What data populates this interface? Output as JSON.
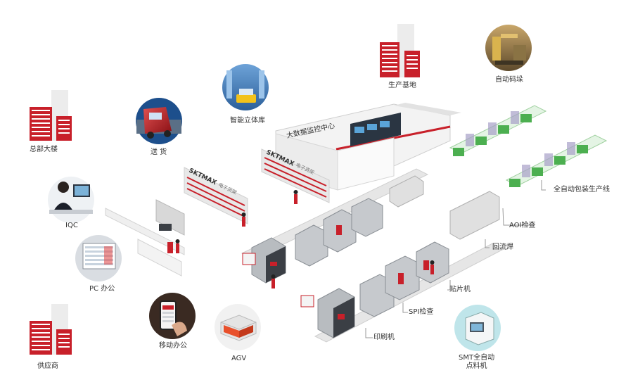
{
  "colors": {
    "accent_red": "#c8202a",
    "machine_grey": "#b8bcc0",
    "machine_dark": "#3b3f45",
    "conveyor": "#e6e6e6",
    "green_line": "#4caf50",
    "label": "#333333",
    "leader": "#999999"
  },
  "nodes": {
    "hq_building": "总部大楼",
    "delivery": "送 货",
    "smart_warehouse": "智能立体库",
    "production_base": "生产基地",
    "auto_palletizing": "自动码垛",
    "iqc": "IQC",
    "pc_office": "PC 办公",
    "mobile_office": "移动办公",
    "supplier": "供应商",
    "agv": "AGV",
    "bigdata_center": "大数据监控中心",
    "packaging_line": "全自动包装生产线",
    "aoi": "AOI检查",
    "reflow": "回流焊",
    "placement": "贴片机",
    "spi": "SPI检查",
    "printer": "印刷机",
    "smt_counter_1": "SMT全自动",
    "smt_counter_2": "点料机"
  },
  "brand": {
    "logo": "SKTMAX",
    "rack_caption": "电子货架"
  }
}
